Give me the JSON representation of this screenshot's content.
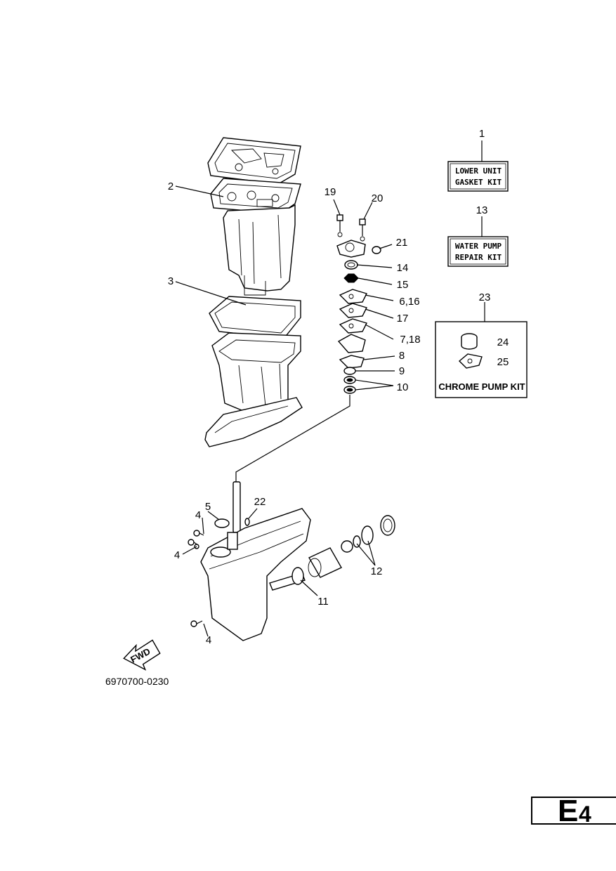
{
  "callouts": {
    "c1": "1",
    "c2": "2",
    "c3": "3",
    "c4a": "4",
    "c4b": "4",
    "c4c": "4",
    "c5": "5",
    "c6_16": "6,16",
    "c7_18": "7,18",
    "c8": "8",
    "c9": "9",
    "c10": "10",
    "c11": "11",
    "c12": "12",
    "c13": "13",
    "c14": "14",
    "c15": "15",
    "c17": "17",
    "c19": "19",
    "c20": "20",
    "c21": "21",
    "c22": "22",
    "c23": "23",
    "c24": "24",
    "c25": "25"
  },
  "kits": {
    "gasket_line1": "LOWER UNIT",
    "gasket_line2": "GASKET KIT",
    "pump_line1": "WATER PUMP",
    "pump_line2": "REPAIR KIT",
    "chrome_label": "CHROME PUMP KIT"
  },
  "fwd_label": "FWD",
  "diagram_number": "6970700-0230",
  "page_tag": {
    "letter": "E",
    "number": "4"
  }
}
